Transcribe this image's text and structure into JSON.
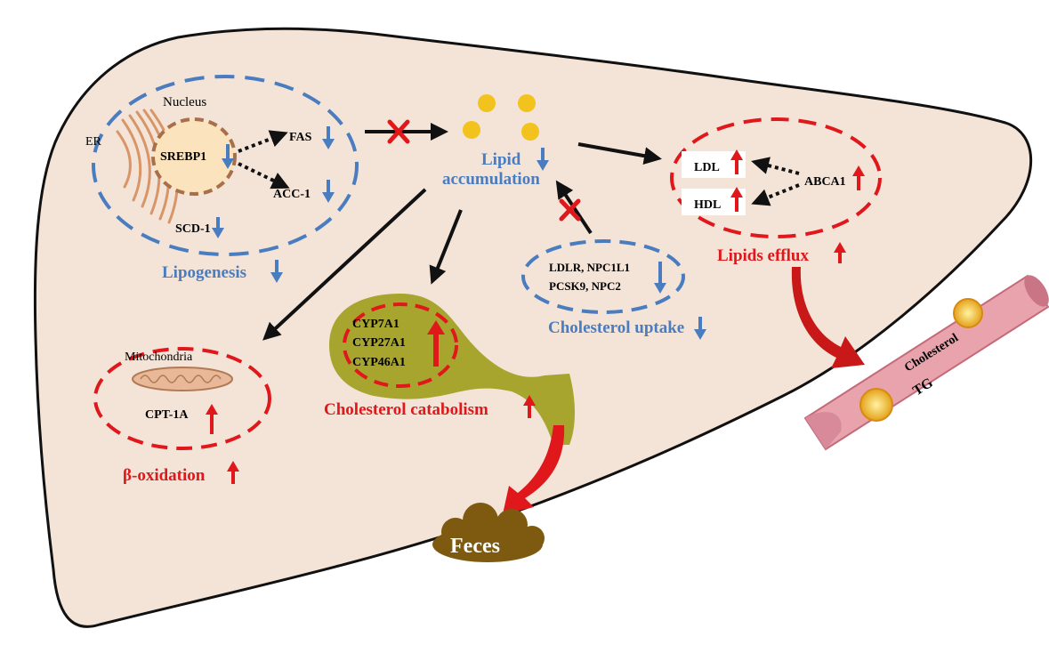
{
  "colors": {
    "liver_fill": "#f4e4d8",
    "liver_stroke": "#111111",
    "blue_label": "#4a7cc0",
    "red_label": "#e0181b",
    "blue_arrow": "#4a7cc0",
    "red_arrow": "#e0181b",
    "gallbladder": "#a8a52e",
    "feces": "#7d5a10",
    "vessel": "#e8a3ad",
    "nucleus_fill": "#fbe4bd",
    "nucleus_stroke": "#a8704a",
    "er_color": "#d89668",
    "lipid_dot": "#f2c21d"
  },
  "lipogenesis": {
    "nucleus_label": "Nucleus",
    "er_label": "ER",
    "srebp1": "SREBP1",
    "fas": "FAS",
    "acc1": "ACC-1",
    "scd1": "SCD-1",
    "title": "Lipogenesis",
    "trend": "down"
  },
  "lipid": {
    "line1": "Lipid",
    "line2": "accumulation",
    "trend": "down"
  },
  "efflux": {
    "ldl": "LDL",
    "hdl": "HDL",
    "abca1": "ABCA1",
    "title": "Lipids efflux",
    "trend": "up"
  },
  "uptake": {
    "genes_line1": "LDLR, NPC1L1",
    "genes_line2": "PCSK9, NPC2",
    "title": "Cholesterol uptake",
    "trend": "down"
  },
  "catabolism": {
    "gene1": "CYP7A1",
    "gene2": "CYP27A1",
    "gene3": "CYP46A1",
    "title": "Cholesterol catabolism",
    "trend": "up"
  },
  "oxidation": {
    "organelle": "Mitochondria",
    "gene": "CPT-1A",
    "title": "β-oxidation",
    "trend": "up"
  },
  "feces": {
    "label": "Feces"
  },
  "vessel": {
    "cholesterol": "Cholesterol",
    "tg": "TG"
  },
  "icons": [
    "inhibit-x-icon",
    "up-arrow-icon",
    "down-arrow-icon"
  ]
}
